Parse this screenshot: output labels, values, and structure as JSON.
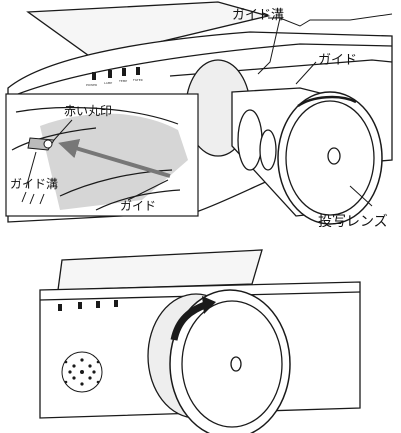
{
  "labels": {
    "guide_groove_top": "ガイド溝",
    "guide_top": "ガイド",
    "red_circle_mark": "赤い丸印",
    "guide_groove_inset": "ガイド溝",
    "guide_inset": "ガイド",
    "projection_lens": "投写レンズ"
  },
  "indicators": [
    "POWER",
    "LAMP",
    "TEMP",
    "FILTER"
  ],
  "colors": {
    "line": "#1a1a1a",
    "arrow": "#777777",
    "lens_fill": "#ffffff",
    "shade": "#cfcfcf"
  }
}
